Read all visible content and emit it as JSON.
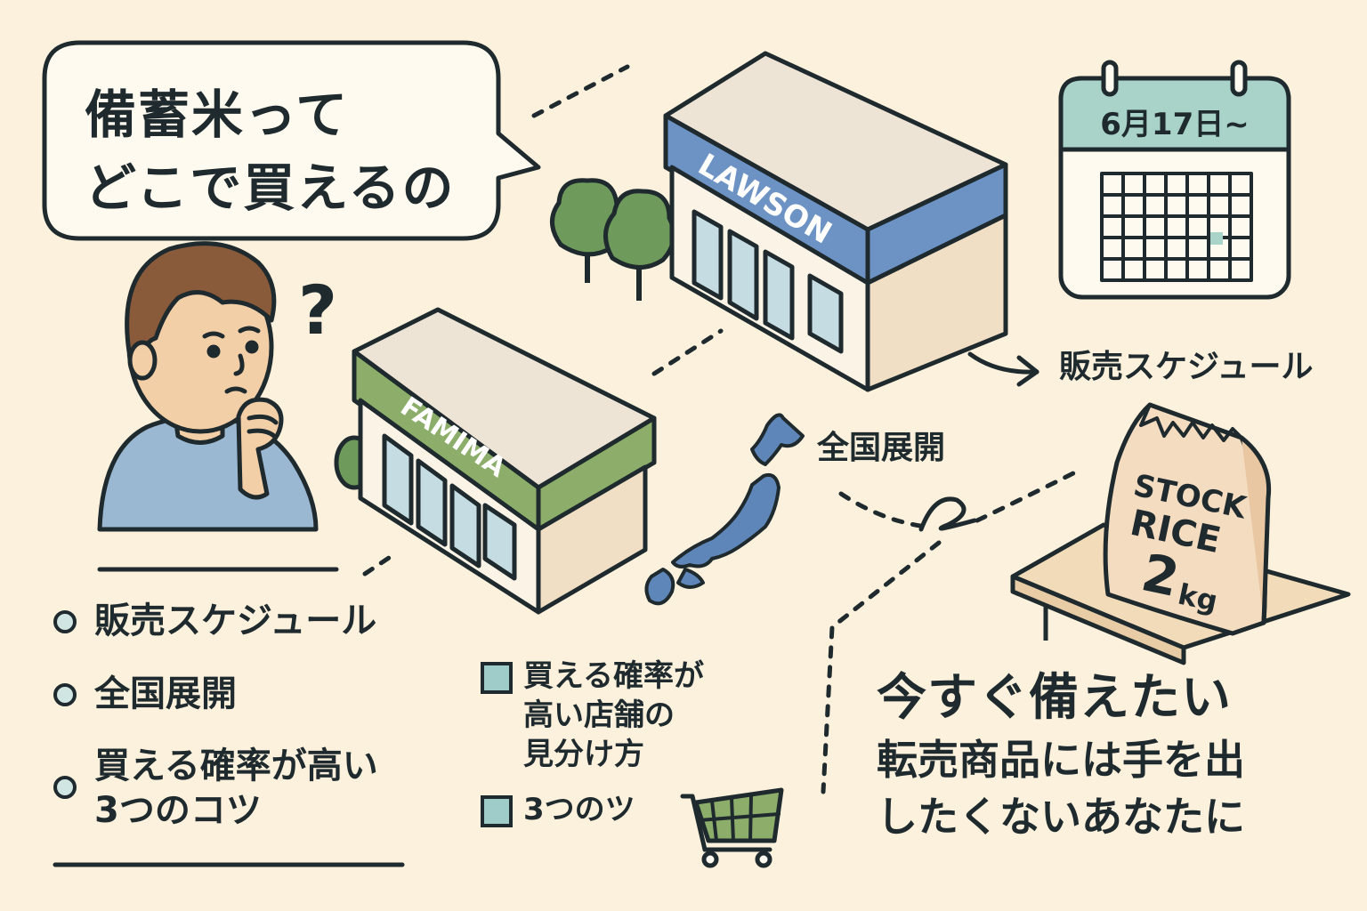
{
  "speech": {
    "line1": "備蓄米って",
    "line2": "どこで買えるの"
  },
  "question_mark": "?",
  "stores": {
    "lawson": "LAWSON",
    "famima": "FAMIMA"
  },
  "calendar": {
    "date": "6月17日~"
  },
  "labels": {
    "schedule": "販売スケジュール",
    "nationwide": "全国展開"
  },
  "rice_bag": {
    "line1": "STOCK",
    "line2": "RICE",
    "weight": "2",
    "unit": "kg"
  },
  "bullets": [
    {
      "lines": [
        "販売スケジュール"
      ]
    },
    {
      "lines": [
        "全国展開"
      ]
    },
    {
      "lines": [
        "買える確率が高い",
        "3つのコツ"
      ]
    }
  ],
  "checks": [
    {
      "lines": [
        "買える確率が",
        "高い店舗の",
        "見分け方"
      ]
    },
    {
      "lines": [
        "3つのツ"
      ]
    }
  ],
  "cta": {
    "line1": "今すぐ備えたい",
    "line2": "転売商品には手を出",
    "line3": "したくないあなたに"
  },
  "colors": {
    "background": "#fbf1dc",
    "lawson_blue": "#6d93c4",
    "famima_green": "#8cae6a",
    "calendar_teal": "#a9d2c9",
    "japan_blue": "#5f86b8",
    "tree_green": "#6e9a5c",
    "shirt_blue": "#9bb8d3"
  },
  "icons": [
    "calendar-icon",
    "cart-icon",
    "japan-map-icon",
    "rice-bag-icon",
    "tree-icon",
    "arrow-right-icon"
  ]
}
